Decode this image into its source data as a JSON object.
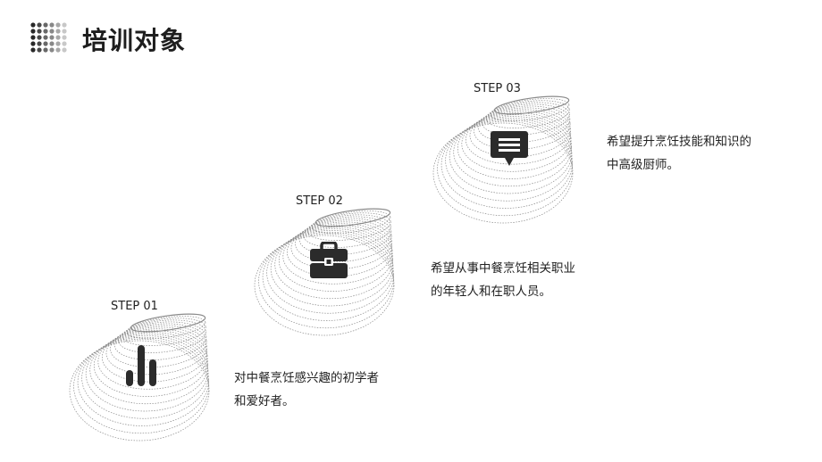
{
  "page": {
    "title": "培训对象"
  },
  "icons": {
    "header_decoration": "dot-grid-icon",
    "step1_icon": "bar-chart-icon",
    "step2_icon": "briefcase-icon",
    "step3_icon": "chat-bubble-icon"
  },
  "colors": {
    "accent": "#2b2b2b",
    "line": "#8a8a8a"
  },
  "steps": [
    {
      "label": "STEP 01",
      "description": "对中餐烹饪感兴趣的初学者和爱好者。"
    },
    {
      "label": "STEP 02",
      "description": "希望从事中餐烹饪相关职业的年轻人和在职人员。"
    },
    {
      "label": "STEP 03",
      "description": "希望提升烹饪技能和知识的中高级厨师。"
    }
  ]
}
